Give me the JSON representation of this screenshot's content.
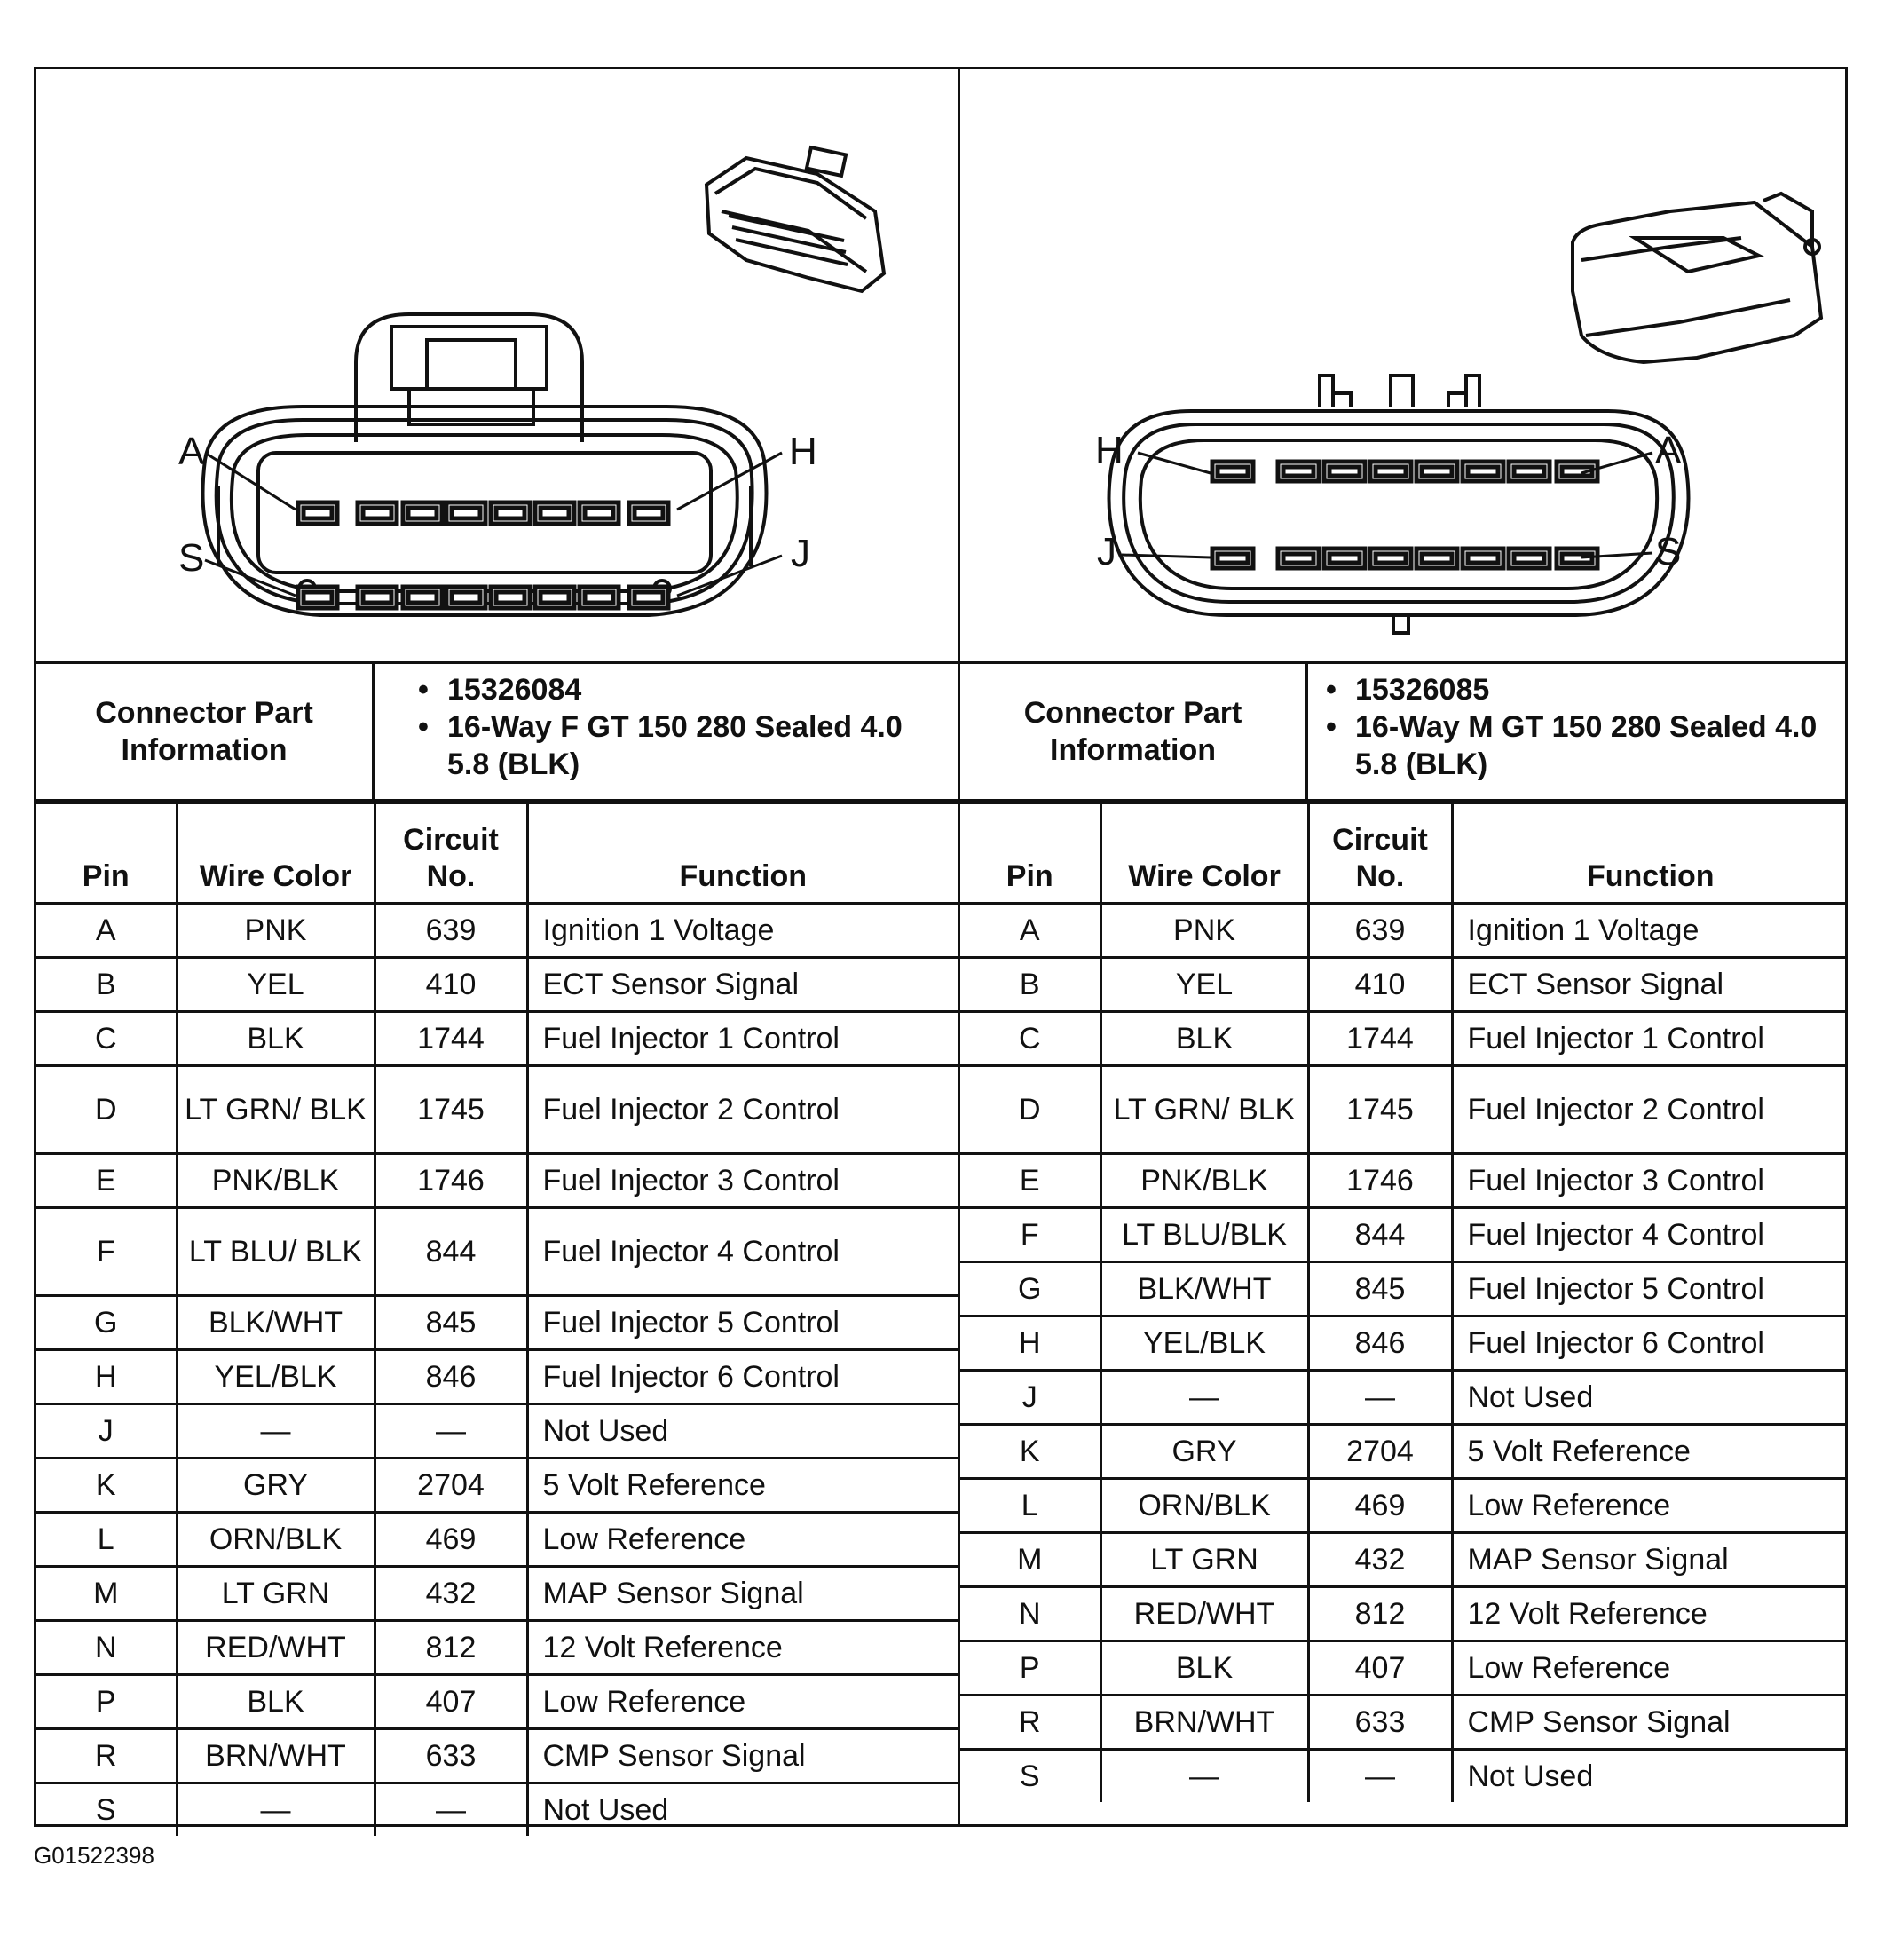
{
  "connectors": [
    {
      "info_label": "Connector Part Information",
      "part_number": "15326084",
      "description": "16-Way F GT 150 280 Sealed 4.0 5.8 (BLK)",
      "pin_labels": {
        "top_left": "A",
        "top_right": "H",
        "bottom_left": "S",
        "bottom_right": "J"
      },
      "headers": {
        "pin": "Pin",
        "wire_color": "Wire Color",
        "circuit": "Circuit No.",
        "function": "Function"
      },
      "rows": [
        {
          "pin": "A",
          "wire": "PNK",
          "circuit": "639",
          "function": "Ignition 1 Voltage"
        },
        {
          "pin": "B",
          "wire": "YEL",
          "circuit": "410",
          "function": "ECT Sensor Signal"
        },
        {
          "pin": "C",
          "wire": "BLK",
          "circuit": "1744",
          "function": "Fuel Injector 1 Control"
        },
        {
          "pin": "D",
          "wire": "LT GRN/ BLK",
          "circuit": "1745",
          "function": "Fuel Injector 2 Control"
        },
        {
          "pin": "E",
          "wire": "PNK/BLK",
          "circuit": "1746",
          "function": "Fuel Injector 3 Control"
        },
        {
          "pin": "F",
          "wire": "LT BLU/ BLK",
          "circuit": "844",
          "function": "Fuel Injector 4 Control"
        },
        {
          "pin": "G",
          "wire": "BLK/WHT",
          "circuit": "845",
          "function": "Fuel Injector 5 Control"
        },
        {
          "pin": "H",
          "wire": "YEL/BLK",
          "circuit": "846",
          "function": "Fuel Injector 6 Control"
        },
        {
          "pin": "J",
          "wire": "—",
          "circuit": "—",
          "function": "Not Used"
        },
        {
          "pin": "K",
          "wire": "GRY",
          "circuit": "2704",
          "function": "5 Volt Reference"
        },
        {
          "pin": "L",
          "wire": "ORN/BLK",
          "circuit": "469",
          "function": "Low Reference"
        },
        {
          "pin": "M",
          "wire": "LT GRN",
          "circuit": "432",
          "function": "MAP Sensor Signal"
        },
        {
          "pin": "N",
          "wire": "RED/WHT",
          "circuit": "812",
          "function": "12 Volt Reference"
        },
        {
          "pin": "P",
          "wire": "BLK",
          "circuit": "407",
          "function": "Low Reference"
        },
        {
          "pin": "R",
          "wire": "BRN/WHT",
          "circuit": "633",
          "function": "CMP Sensor Signal"
        },
        {
          "pin": "S",
          "wire": "—",
          "circuit": "—",
          "function": "Not Used"
        }
      ]
    },
    {
      "info_label": "Connector Part Information",
      "part_number": "15326085",
      "description": "16-Way M GT 150 280 Sealed 4.0 5.8 (BLK)",
      "pin_labels": {
        "top_left": "H",
        "top_right": "A",
        "bottom_left": "J",
        "bottom_right": "S"
      },
      "headers": {
        "pin": "Pin",
        "wire_color": "Wire Color",
        "circuit": "Circuit No.",
        "function": "Function"
      },
      "rows": [
        {
          "pin": "A",
          "wire": "PNK",
          "circuit": "639",
          "function": "Ignition 1 Voltage"
        },
        {
          "pin": "B",
          "wire": "YEL",
          "circuit": "410",
          "function": "ECT Sensor Signal"
        },
        {
          "pin": "C",
          "wire": "BLK",
          "circuit": "1744",
          "function": "Fuel Injector 1 Control"
        },
        {
          "pin": "D",
          "wire": "LT GRN/ BLK",
          "circuit": "1745",
          "function": "Fuel Injector 2 Control"
        },
        {
          "pin": "E",
          "wire": "PNK/BLK",
          "circuit": "1746",
          "function": "Fuel Injector 3 Control"
        },
        {
          "pin": "F",
          "wire": "LT BLU/BLK",
          "circuit": "844",
          "function": "Fuel Injector 4 Control"
        },
        {
          "pin": "G",
          "wire": "BLK/WHT",
          "circuit": "845",
          "function": "Fuel Injector 5 Control"
        },
        {
          "pin": "H",
          "wire": "YEL/BLK",
          "circuit": "846",
          "function": "Fuel Injector 6 Control"
        },
        {
          "pin": "J",
          "wire": "—",
          "circuit": "—",
          "function": "Not Used"
        },
        {
          "pin": "K",
          "wire": "GRY",
          "circuit": "2704",
          "function": "5 Volt Reference"
        },
        {
          "pin": "L",
          "wire": "ORN/BLK",
          "circuit": "469",
          "function": "Low Reference"
        },
        {
          "pin": "M",
          "wire": "LT GRN",
          "circuit": "432",
          "function": "MAP Sensor Signal"
        },
        {
          "pin": "N",
          "wire": "RED/WHT",
          "circuit": "812",
          "function": "12 Volt Reference"
        },
        {
          "pin": "P",
          "wire": "BLK",
          "circuit": "407",
          "function": "Low Reference"
        },
        {
          "pin": "R",
          "wire": "BRN/WHT",
          "circuit": "633",
          "function": "CMP Sensor Signal"
        },
        {
          "pin": "S",
          "wire": "—",
          "circuit": "—",
          "function": "Not Used"
        }
      ]
    }
  ],
  "figure_id": "G01522398",
  "icons": [
    "female-connector-face-icon",
    "male-connector-face-icon",
    "connector-3d-view-icon"
  ]
}
